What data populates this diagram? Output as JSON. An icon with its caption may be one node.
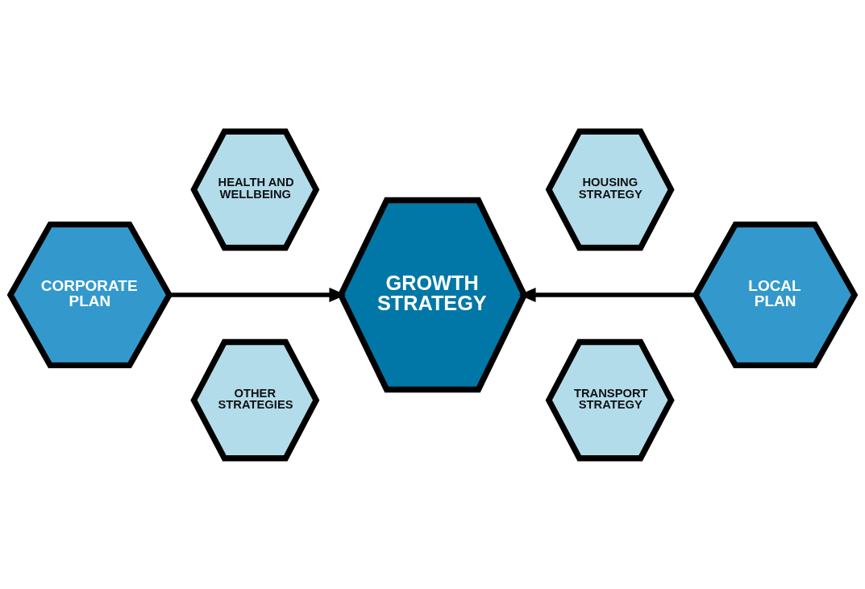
{
  "diagram": {
    "nodes": [
      {
        "text": [
          "HEALTH AND WELLBEING"
        ]
      },
      {
        "text": [
          "HOUSING STRATEGY"
        ]
      },
      {
        "text": [
          "CORPORATE PLAN"
        ]
      },
      {
        "text": [
          "GROWTH STRATEGY"
        ]
      },
      {
        "text": [
          "LOCAL PLAN"
        ]
      },
      {
        "text": [
          "OTHER STRATEGIES"
        ]
      },
      {
        "text": [
          "TRANSPORT STRATEGY"
        ]
      }
    ],
    "edges": [
      {
        "from": 2,
        "to": 3,
        "arrow": "to"
      },
      {
        "from": 4,
        "to": 3,
        "arrow": "to"
      }
    ]
  }
}
